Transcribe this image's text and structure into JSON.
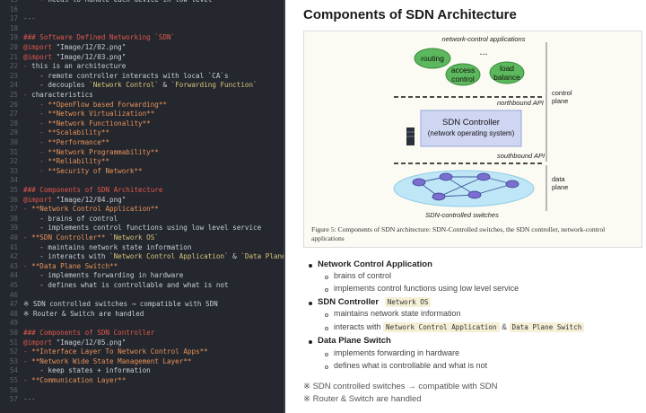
{
  "editor": {
    "lines": [
      {
        "n": "15",
        "parts": [
          {
            "t": "    - needs to handle each device in low level",
            "c": "code"
          }
        ]
      },
      {
        "n": "16",
        "parts": [
          {
            "t": "",
            "c": "code"
          }
        ]
      },
      {
        "n": "17",
        "parts": [
          {
            "t": "---",
            "c": "c-dim"
          }
        ]
      },
      {
        "n": "18",
        "parts": [
          {
            "t": "",
            "c": "code"
          }
        ]
      },
      {
        "n": "19",
        "parts": [
          {
            "t": "### Software Defined Networking `SDN`",
            "c": "c-h"
          }
        ]
      },
      {
        "n": "20",
        "parts": [
          {
            "t": "@import",
            "c": "c-imp"
          },
          {
            "t": " \"Image/12/02.png\"",
            "c": "c-str2"
          }
        ]
      },
      {
        "n": "21",
        "parts": [
          {
            "t": "@import",
            "c": "c-imp"
          },
          {
            "t": " \"Image/12/03.png\"",
            "c": "c-str2"
          }
        ]
      },
      {
        "n": "22",
        "parts": [
          {
            "t": "- ",
            "c": "c-dash"
          },
          {
            "t": "this is an architecture",
            "c": "code"
          }
        ]
      },
      {
        "n": "23",
        "parts": [
          {
            "t": "    - remote controller interacts with local `CA`s",
            "c": "code"
          }
        ]
      },
      {
        "n": "24",
        "parts": [
          {
            "t": "    - decouples ",
            "c": "code"
          },
          {
            "t": "`Network Control`",
            "c": "c-tick"
          },
          {
            "t": " & ",
            "c": "code"
          },
          {
            "t": "`Forwarding Function`",
            "c": "c-tick"
          }
        ]
      },
      {
        "n": "25",
        "parts": [
          {
            "t": "- ",
            "c": "c-dash"
          },
          {
            "t": "characteristics",
            "c": "code"
          }
        ]
      },
      {
        "n": "26",
        "parts": [
          {
            "t": "    - ",
            "c": "c-dash"
          },
          {
            "t": "**OpenFlow based Forwarding**",
            "c": "c-bold"
          }
        ]
      },
      {
        "n": "27",
        "parts": [
          {
            "t": "    - ",
            "c": "c-dash"
          },
          {
            "t": "**Network Virtualization**",
            "c": "c-bold"
          }
        ]
      },
      {
        "n": "28",
        "parts": [
          {
            "t": "    - ",
            "c": "c-dash"
          },
          {
            "t": "**Network Functionality**",
            "c": "c-bold"
          }
        ]
      },
      {
        "n": "29",
        "parts": [
          {
            "t": "    - ",
            "c": "c-dash"
          },
          {
            "t": "**Scalability**",
            "c": "c-bold"
          }
        ]
      },
      {
        "n": "30",
        "parts": [
          {
            "t": "    - ",
            "c": "c-dash"
          },
          {
            "t": "**Performance**",
            "c": "c-bold"
          }
        ]
      },
      {
        "n": "31",
        "parts": [
          {
            "t": "    - ",
            "c": "c-dash"
          },
          {
            "t": "**Network Programmability**",
            "c": "c-bold"
          }
        ]
      },
      {
        "n": "32",
        "parts": [
          {
            "t": "    - ",
            "c": "c-dash"
          },
          {
            "t": "**Reliability**",
            "c": "c-bold"
          }
        ]
      },
      {
        "n": "33",
        "parts": [
          {
            "t": "    - ",
            "c": "c-dash"
          },
          {
            "t": "**Security of Network**",
            "c": "c-bold"
          }
        ]
      },
      {
        "n": "34",
        "parts": [
          {
            "t": "",
            "c": "code"
          }
        ]
      },
      {
        "n": "35",
        "parts": [
          {
            "t": "### Components of SDN Architecture",
            "c": "c-h"
          }
        ]
      },
      {
        "n": "36",
        "parts": [
          {
            "t": "@import",
            "c": "c-imp"
          },
          {
            "t": " \"Image/12/04.png\"",
            "c": "c-str2"
          }
        ]
      },
      {
        "n": "37",
        "parts": [
          {
            "t": "- ",
            "c": "c-dash"
          },
          {
            "t": "**Network Control Application**",
            "c": "c-bold"
          }
        ]
      },
      {
        "n": "38",
        "parts": [
          {
            "t": "    - brains of control",
            "c": "code"
          }
        ]
      },
      {
        "n": "39",
        "parts": [
          {
            "t": "    - implements control functions using low level service",
            "c": "code"
          }
        ]
      },
      {
        "n": "40",
        "parts": [
          {
            "t": "- ",
            "c": "c-dash"
          },
          {
            "t": "**SDN Controller**",
            "c": "c-bold"
          },
          {
            "t": " `Network OS`",
            "c": "c-tick"
          }
        ]
      },
      {
        "n": "41",
        "parts": [
          {
            "t": "    - maintains network state information",
            "c": "code"
          }
        ]
      },
      {
        "n": "42",
        "parts": [
          {
            "t": "    - interacts with ",
            "c": "code"
          },
          {
            "t": "`Network Control Application`",
            "c": "c-tick"
          },
          {
            "t": " & ",
            "c": "code"
          },
          {
            "t": "`Data Plane Switch`",
            "c": "c-tick"
          }
        ]
      },
      {
        "n": "43",
        "parts": [
          {
            "t": "- ",
            "c": "c-dash"
          },
          {
            "t": "**Data Plane Switch**",
            "c": "c-bold"
          }
        ]
      },
      {
        "n": "44",
        "parts": [
          {
            "t": "    - implements forwarding in hardware",
            "c": "code"
          }
        ]
      },
      {
        "n": "45",
        "parts": [
          {
            "t": "    - defines what is controllable and what is not",
            "c": "code"
          }
        ]
      },
      {
        "n": "46",
        "parts": [
          {
            "t": "",
            "c": "code"
          }
        ]
      },
      {
        "n": "47",
        "parts": [
          {
            "t": "※ SDN controlled switches → compatible with SDN",
            "c": "code"
          }
        ]
      },
      {
        "n": "48",
        "parts": [
          {
            "t": "※ Router & Switch are handled",
            "c": "code"
          }
        ]
      },
      {
        "n": "49",
        "parts": [
          {
            "t": "",
            "c": "code"
          }
        ]
      },
      {
        "n": "50",
        "parts": [
          {
            "t": "### Components of SDN Controller",
            "c": "c-h"
          }
        ]
      },
      {
        "n": "51",
        "parts": [
          {
            "t": "@import",
            "c": "c-imp"
          },
          {
            "t": " \"Image/12/05.png\"",
            "c": "c-str2"
          }
        ]
      },
      {
        "n": "52",
        "parts": [
          {
            "t": "- ",
            "c": "c-dash"
          },
          {
            "t": "**Interface Layer To Network Control Apps**",
            "c": "c-bold"
          }
        ]
      },
      {
        "n": "53",
        "parts": [
          {
            "t": "- ",
            "c": "c-dash"
          },
          {
            "t": "**Network Wide State Management Layer**",
            "c": "c-bold"
          }
        ]
      },
      {
        "n": "54",
        "parts": [
          {
            "t": "    - keep states + information",
            "c": "code"
          }
        ]
      },
      {
        "n": "55",
        "parts": [
          {
            "t": "- ",
            "c": "c-dash"
          },
          {
            "t": "**Communication Layer**",
            "c": "c-bold"
          }
        ]
      },
      {
        "n": "56",
        "parts": [
          {
            "t": "",
            "c": "code"
          }
        ]
      },
      {
        "n": "57",
        "parts": [
          {
            "t": "---",
            "c": "c-dim"
          }
        ]
      }
    ]
  },
  "preview": {
    "title": "Components of SDN Architecture",
    "figure": {
      "top_label": "network-control applications",
      "routing": "routing",
      "dots": "...",
      "access1": "access",
      "access2": "control",
      "load1": "load",
      "load2": "balance",
      "northbound": "northbound API",
      "control_plane1": "control",
      "control_plane2": "plane",
      "controller_title": "SDN Controller",
      "controller_sub": "(network operating system)",
      "southbound": "southbound API",
      "data_plane1": "data",
      "data_plane2": "plane",
      "switches_label": "SDN-controlled switches",
      "caption": "Figure 5: Components of SDN architecture: SDN-Controlled switches, the SDN controller, network-control applications"
    },
    "bullets": [
      {
        "label": "Network Control Application",
        "subs": [
          "brains of control",
          "implements control functions using low level service"
        ]
      },
      {
        "label": "SDN Controller",
        "tag": "Network OS",
        "subs": [
          "maintains network state information"
        ],
        "interacts": {
          "prefix": "interacts with",
          "tag1": "Network Control Application",
          "amp": "&",
          "tag2": "Data Plane Switch"
        }
      },
      {
        "label": "Data Plane Switch",
        "subs": [
          "implements forwarding in hardware",
          "defines what is controllable and what is not"
        ]
      }
    ],
    "notes": [
      "※ SDN controlled switches → compatible with SDN",
      "※ Router & Switch are handled"
    ]
  }
}
